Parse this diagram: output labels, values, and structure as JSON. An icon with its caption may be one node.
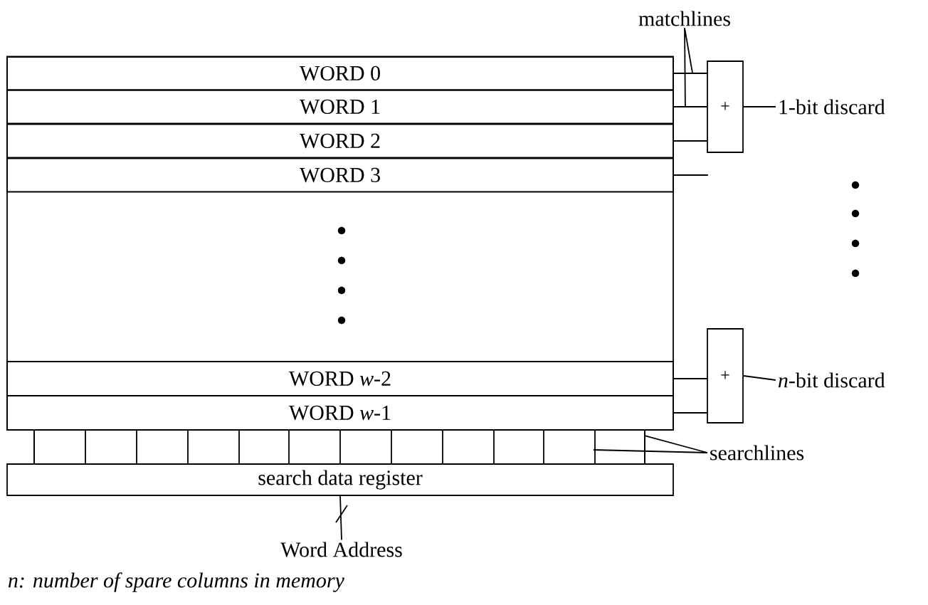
{
  "diagram": {
    "nodes": [
      {
        "text": [],
        "shape": "box"
      },
      {
        "text": [
          "WORD 0"
        ],
        "in": 0
      },
      {
        "text": [
          "WORD 1"
        ],
        "in": 0
      },
      {
        "text": [
          "WORD 2"
        ],
        "in": 0
      },
      {
        "text": [
          "WORD 3"
        ],
        "in": 0
      },
      {
        "text": [
          "WORD *w*-2"
        ],
        "in": 0
      },
      {
        "text": [
          "WORD *w*-1"
        ],
        "in": 0
      },
      {
        "text": [
          "+"
        ]
      },
      {
        "text": [
          "+"
        ]
      },
      {
        "text": [
          "1-bit discard"
        ]
      },
      {
        "text": [
          "*n*-bit discard"
        ]
      },
      {
        "text": [
          "search data register"
        ]
      },
      {
        "text": [
          "matchlines"
        ]
      },
      {
        "text": [
          "searchlines"
        ]
      },
      {
        "text": [
          "Word Address"
        ]
      },
      {
        "text": [],
        "shape": "box"
      }
    ],
    "edges": [
      {
        "from": 1,
        "to": 7,
        "arrow": "none"
      },
      {
        "from": 2,
        "to": 7,
        "arrow": "none"
      },
      {
        "from": 3,
        "to": 7,
        "arrow": "none"
      },
      {
        "from": 4,
        "to": null,
        "arrow": "none"
      },
      {
        "from": 5,
        "to": 8,
        "arrow": "none"
      },
      {
        "from": 6,
        "to": 8,
        "arrow": "none"
      },
      {
        "from": 7,
        "to": 9,
        "arrow": "none"
      },
      {
        "from": 8,
        "to": 10,
        "arrow": "none"
      },
      {
        "from": 12,
        "to": 7,
        "arrow": "none"
      },
      {
        "from": 12,
        "to": 2,
        "arrow": "none"
      },
      {
        "from": 13,
        "to": 15,
        "arrow": "none"
      },
      {
        "from": 13,
        "to": 15,
        "arrow": "none"
      },
      {
        "from": 14,
        "to": 11,
        "arrow": "none"
      }
    ],
    "labels": [
      "n: number of spare columns in memory"
    ]
  }
}
